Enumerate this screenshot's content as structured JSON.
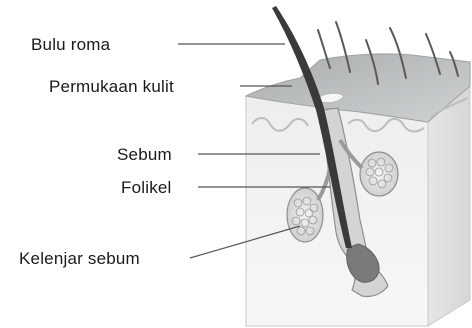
{
  "labels": {
    "hair": "Bulu roma",
    "skin_surface": "Permukaan kulit",
    "sebum": "Sebum",
    "follicle": "Folikel",
    "sebaceous_gland": "Kelenjar sebum"
  },
  "colors": {
    "block_front": "#f2f2f2",
    "block_side": "#e0e0e0",
    "top_surface": "#b9bcbd",
    "hair": "#3a3a3a",
    "leader_line": "#555555",
    "text": "#1a1a1a"
  }
}
